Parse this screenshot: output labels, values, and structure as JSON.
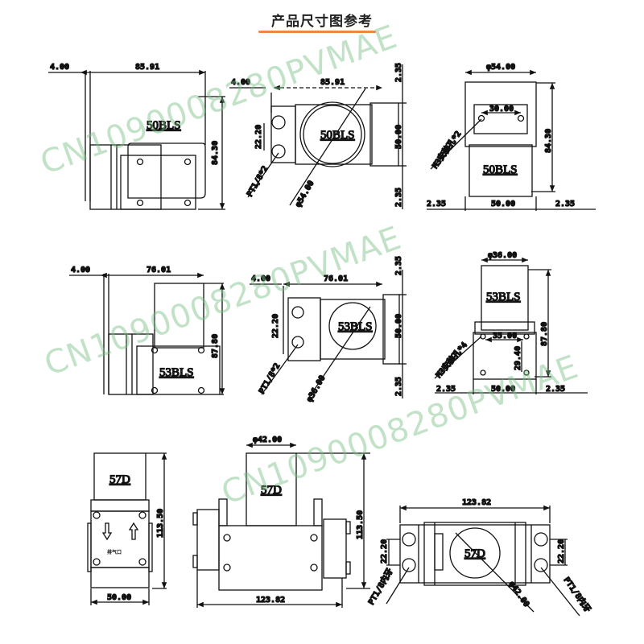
{
  "header": {
    "title": "产品尺寸图参考",
    "underline_color": "#e8894a"
  },
  "watermark": {
    "text": "CN1090008280PVMAE",
    "color": "#8cc79a"
  },
  "rows": [
    {
      "model": "50BLS",
      "side_view": {
        "left_offset": "4.00",
        "length": "85.91",
        "height": "84.30",
        "label": "50BLS"
      },
      "top_view": {
        "left_offset": "4.00",
        "length": "85.91",
        "port_spacing": "22.20",
        "port_note": "PT1/8*2",
        "diameter": "φ54.00",
        "body_width": "50.00",
        "top_margin": "2.35",
        "bottom_margin": "2.35",
        "label": "50BLS"
      },
      "front_view": {
        "diameter": "φ54.00",
        "hole_spacing": "30.00",
        "mount_note": "M3安装孔*2",
        "height": "84.30",
        "left_margin": "2.35",
        "width": "50.00",
        "right_margin": "2.35",
        "label": "50BLS"
      }
    },
    {
      "model": "53BLS",
      "side_view": {
        "left_offset": "4.00",
        "length": "76.01",
        "height": "87.80",
        "label": "53BLS"
      },
      "top_view": {
        "left_offset": "4.00",
        "length": "76.01",
        "port_spacing": "22.20",
        "port_note": "PT1/8*2",
        "diameter": "φ36.00",
        "body_width": "50.00",
        "top_margin": "2.35",
        "bottom_margin": "2.35",
        "label": "53BLS"
      },
      "front_view": {
        "diameter": "φ36.00",
        "hole_spacing": "35.00",
        "hole_vertical": "29.40",
        "mount_note": "M3安装孔*4",
        "height": "87.80",
        "left_margin": "2.35",
        "width": "50.00",
        "right_margin": "2.35",
        "label": "53BLS"
      }
    },
    {
      "model": "57D",
      "end_view": {
        "height": "113.50",
        "width": "50.00",
        "label": "57D",
        "plate_text": "排气口"
      },
      "side_view": {
        "diameter": "φ42.00",
        "height": "113.50",
        "length": "123.82",
        "label": "57D"
      },
      "top_view": {
        "length": "123.82",
        "port_spacing_left": "22.20",
        "port_spacing_right": "22.20",
        "port_note_left": "PT1/8内牙",
        "port_note_right": "PT1/8内牙",
        "diameter": "φ42.00",
        "label": "57D"
      }
    }
  ]
}
